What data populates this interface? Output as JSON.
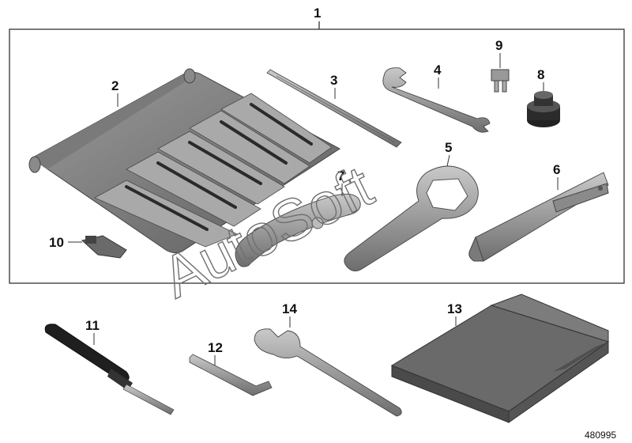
{
  "callouts": {
    "c1": "1",
    "c2": "2",
    "c3": "3",
    "c4": "4",
    "c5": "5",
    "c6": "6",
    "c7": "7",
    "c8": "8",
    "c9": "9",
    "c10": "10",
    "c11": "11",
    "c12": "12",
    "c13": "13",
    "c14": "14"
  },
  "watermark": "AutoSoft",
  "catalog_number": "480995",
  "colors": {
    "tool_gray": "#8c8c8c",
    "dark": "#2b2b2b",
    "frame": "#333333"
  }
}
